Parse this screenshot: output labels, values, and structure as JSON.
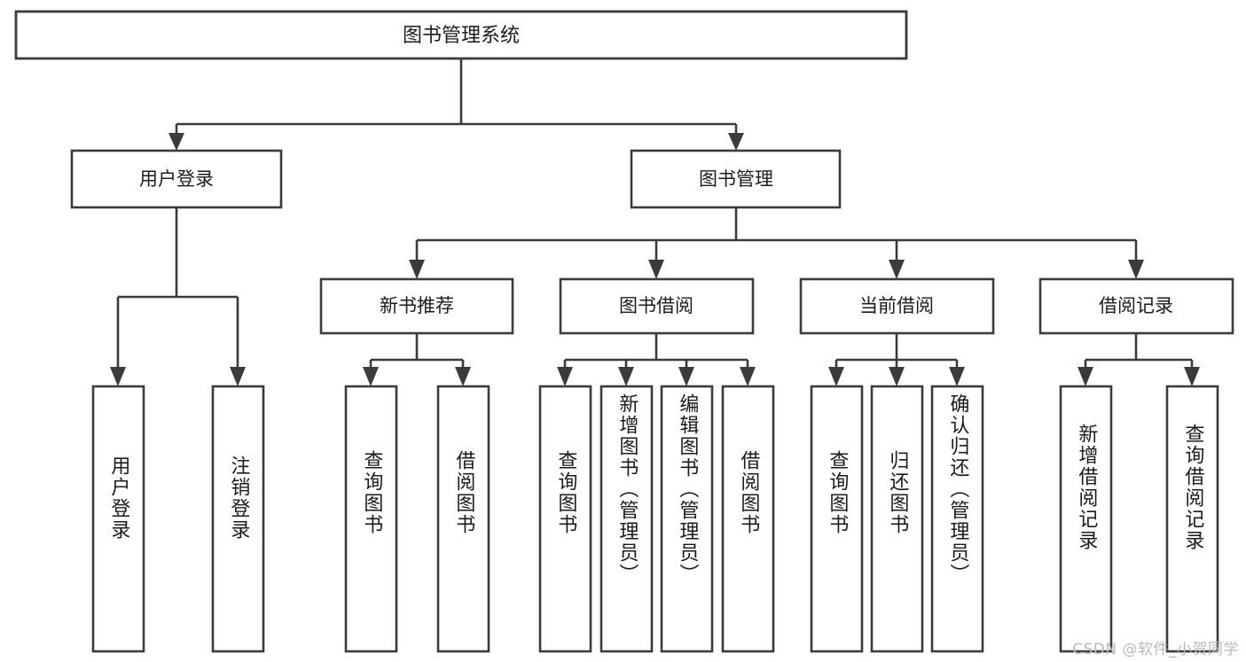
{
  "diagram": {
    "title": "图书管理系统",
    "type": "tree",
    "orientation": "top-down",
    "colors": {
      "box_stroke": "#3b3b3b",
      "box_fill": "#ffffff",
      "text": "#1b1b1b",
      "background": "#ffffff",
      "watermark": "#b9b9b9"
    },
    "levels": {
      "root": {
        "label": "图书管理系统"
      },
      "level2": [
        {
          "id": "user-login",
          "label": "用户登录"
        },
        {
          "id": "book-manage",
          "label": "图书管理"
        }
      ],
      "level3": [
        {
          "id": "new-book-recommend",
          "label": "新书推荐",
          "parent": "book-manage"
        },
        {
          "id": "book-borrow",
          "label": "图书借阅",
          "parent": "book-manage"
        },
        {
          "id": "current-borrow",
          "label": "当前借阅",
          "parent": "book-manage"
        },
        {
          "id": "borrow-record",
          "label": "借阅记录",
          "parent": "book-manage"
        }
      ],
      "leaves": {
        "user-login": [
          {
            "id": "leaf-user-login",
            "label": "用户登录"
          },
          {
            "id": "leaf-logout",
            "label": "注销登录"
          }
        ],
        "new-book-recommend": [
          {
            "id": "leaf-query-book-1",
            "label": "查询图书"
          },
          {
            "id": "leaf-borrow-book-1",
            "label": "借阅图书"
          }
        ],
        "book-borrow": [
          {
            "id": "leaf-query-book-2",
            "label": "查询图书"
          },
          {
            "id": "leaf-add-book",
            "label": "新增图书（管理员）"
          },
          {
            "id": "leaf-edit-book",
            "label": "编辑图书（管理员）"
          },
          {
            "id": "leaf-borrow-book-2",
            "label": "借阅图书"
          }
        ],
        "current-borrow": [
          {
            "id": "leaf-query-book-3",
            "label": "查询图书"
          },
          {
            "id": "leaf-return-book",
            "label": "归还图书"
          },
          {
            "id": "leaf-confirm-return",
            "label": "确认归还（管理员）"
          }
        ],
        "borrow-record": [
          {
            "id": "leaf-add-record",
            "label": "新增借阅记录"
          },
          {
            "id": "leaf-query-record",
            "label": "查询借阅记录"
          }
        ]
      }
    }
  },
  "watermark": {
    "text": "CSDN @软件_小贺同学"
  }
}
